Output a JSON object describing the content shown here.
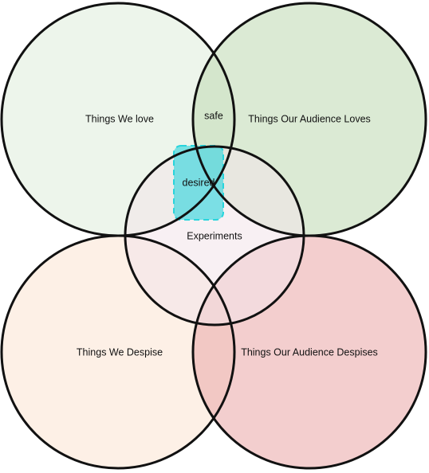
{
  "diagram": {
    "sets": [
      {
        "id": "we-love",
        "label": "Things We love",
        "color": "#d7e8d2"
      },
      {
        "id": "audience-loves",
        "label": "Things Our Audience Loves",
        "color": "#c3dcb8"
      },
      {
        "id": "we-despise",
        "label": "Things We Despise",
        "color": "#fbe3d2"
      },
      {
        "id": "audience-despises",
        "label": "Things Our Audience Despises",
        "color": "#ebaeae"
      },
      {
        "id": "experiments",
        "label": "Experiments",
        "color": "#f3e4ea"
      }
    ],
    "regions": {
      "safe": "safe",
      "desired": "desired"
    },
    "highlight_color": "#28d4dc"
  }
}
